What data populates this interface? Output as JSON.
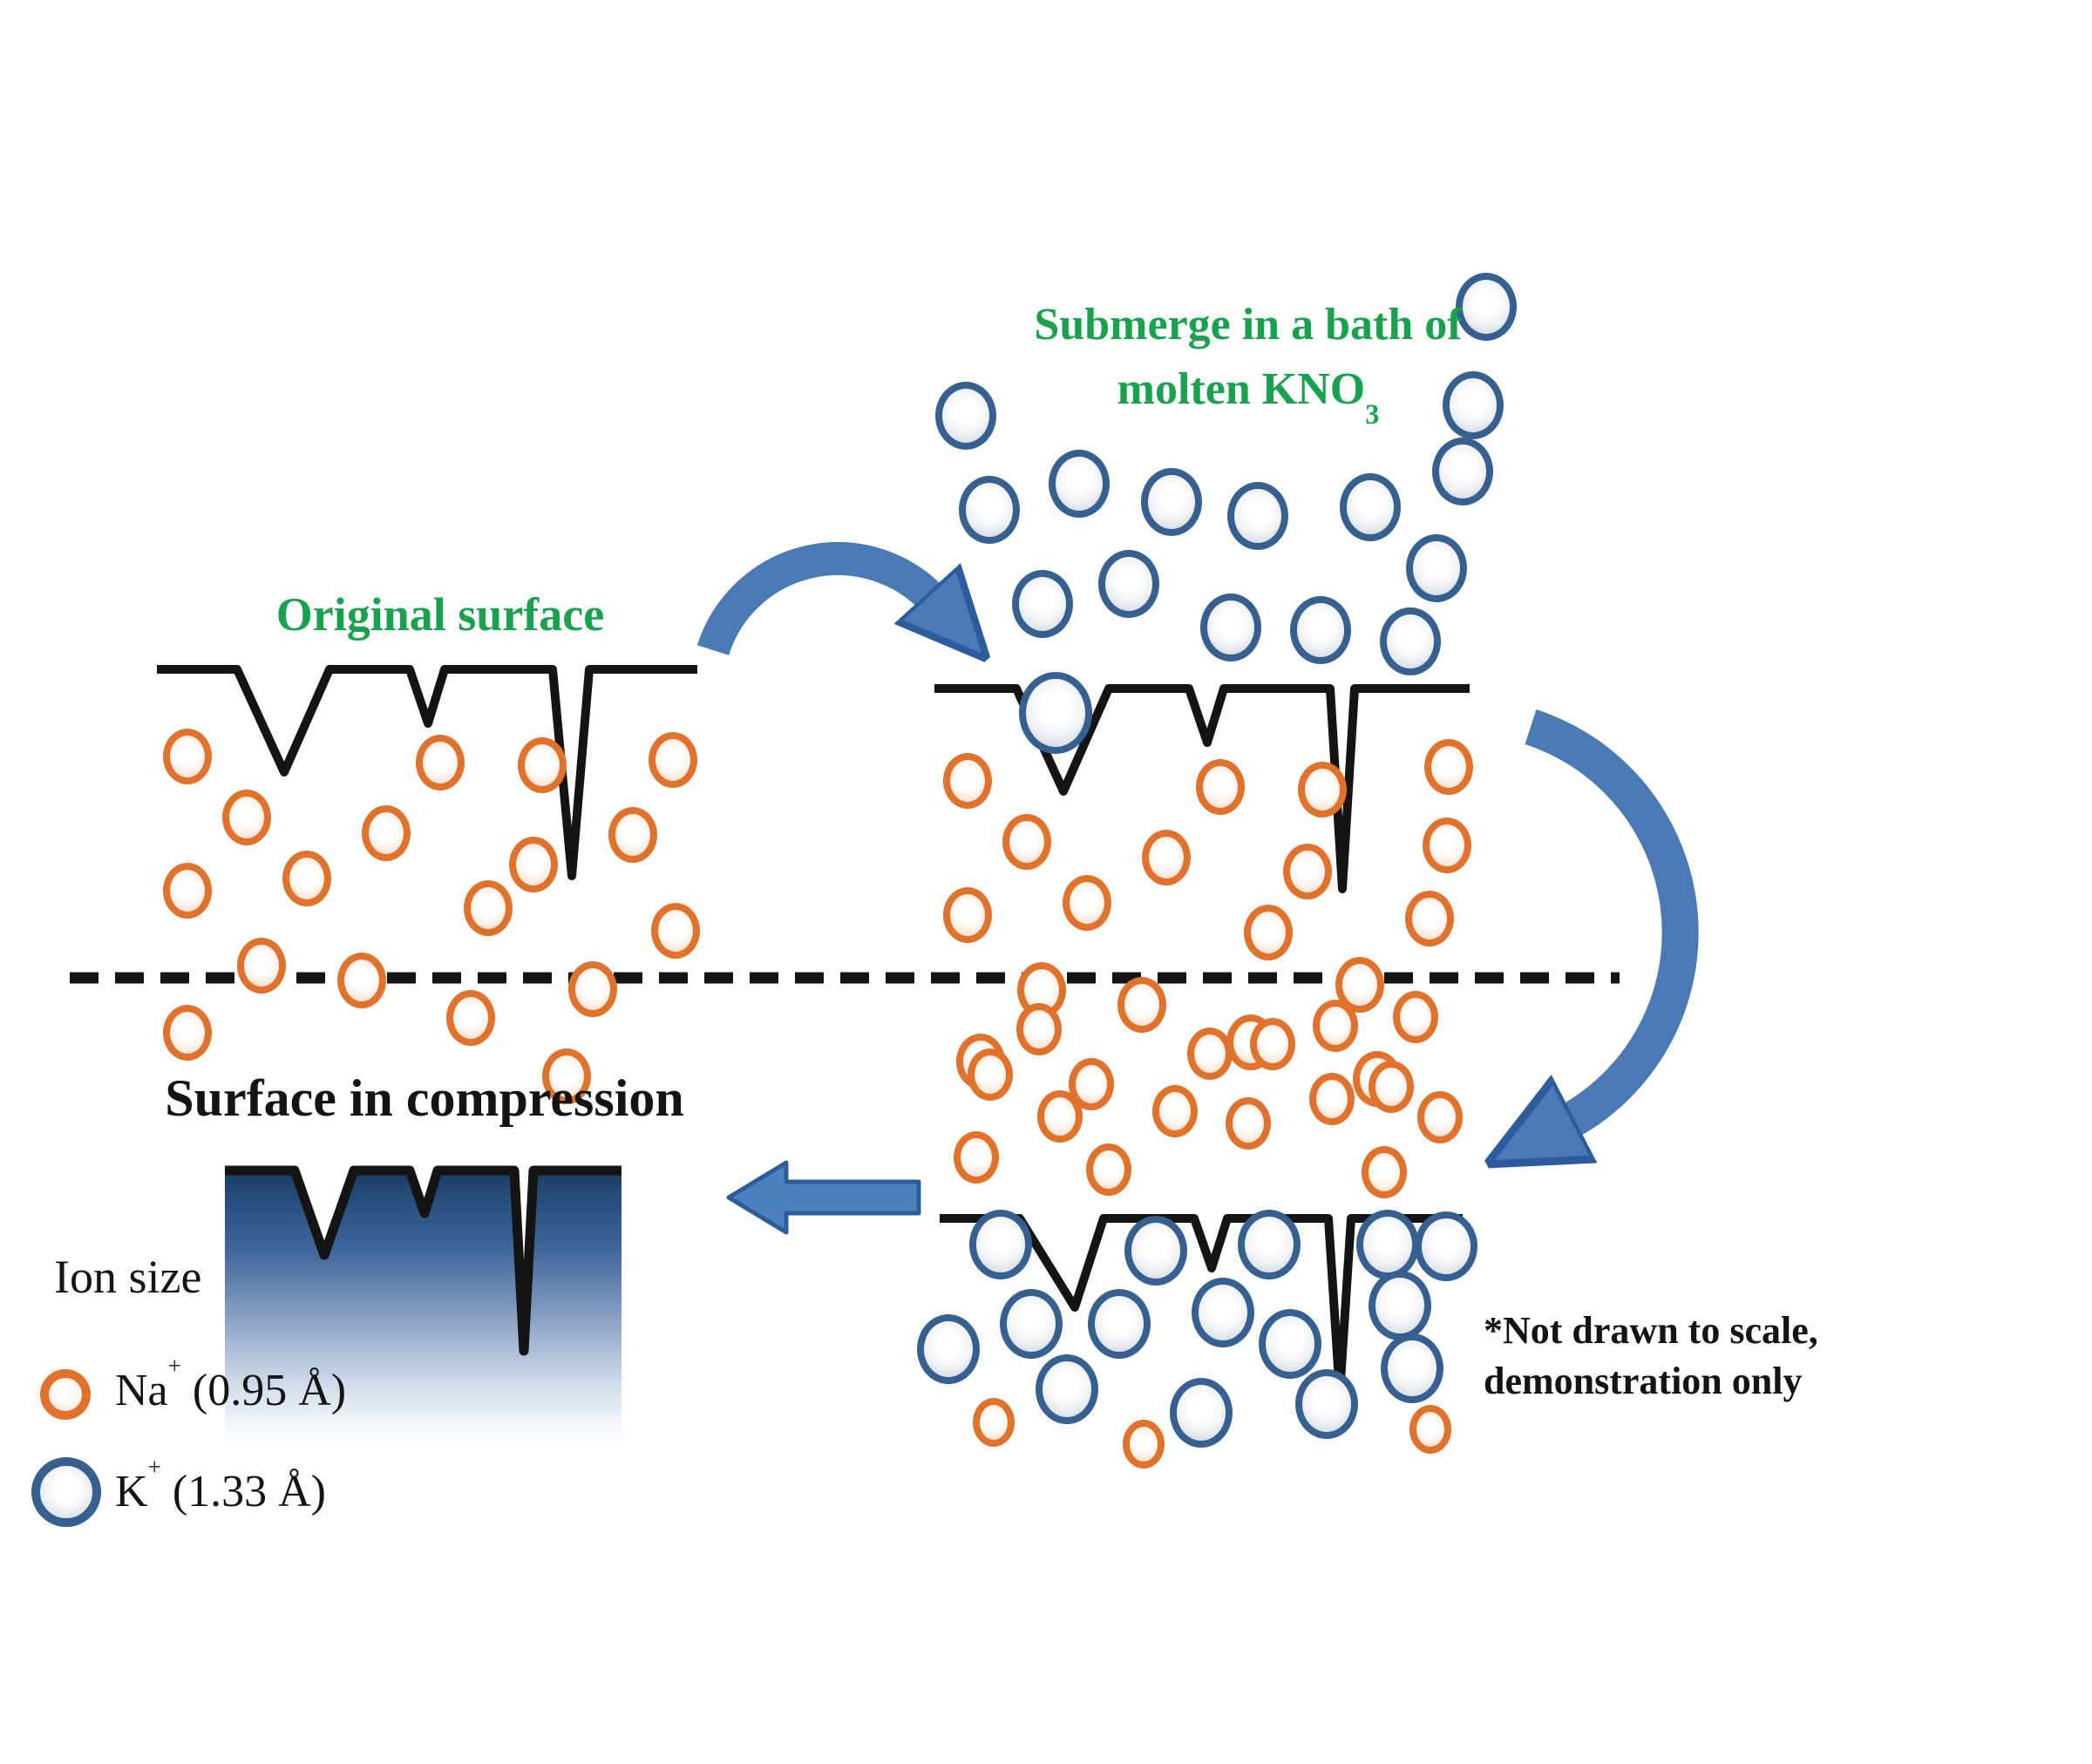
{
  "titles": {
    "original_surface": "Original surface",
    "submerge_line1": "Submerge in a bath of",
    "submerge_line2": "molten KNO",
    "submerge_sub": "3",
    "surface_compression": "Surface in compression",
    "ion_size": "Ion size"
  },
  "note": {
    "line1": "*Not drawn to scale,",
    "line2": "demonstration only"
  },
  "legend": [
    {
      "id": "na",
      "symbol": "Na",
      "charge": "+",
      "size_label": " (0.95 Å)"
    },
    {
      "id": "k",
      "symbol": "K",
      "charge": "+",
      "size_label": " (1.33 Å)"
    }
  ],
  "colors": {
    "title_green": "#18a24e",
    "na_orange": "#e0722c",
    "k_blue": "#35608f",
    "arrow_fill": "#4a7ab5",
    "arrow_border": "#2d5c9e",
    "line_black": "#141414",
    "compression_top": "#1c3d63"
  },
  "ions": {
    "groups": [
      {
        "name": "na-original-surface",
        "type": "na",
        "w": 56,
        "h": 64,
        "points": [
          [
            215,
            868
          ],
          [
            505,
            875
          ],
          [
            622,
            878
          ],
          [
            772,
            872
          ],
          [
            283,
            938
          ],
          [
            443,
            956
          ],
          [
            726,
            958
          ],
          [
            215,
            1022
          ],
          [
            352,
            1008
          ],
          [
            612,
            992
          ],
          [
            775,
            1068
          ],
          [
            300,
            1108
          ],
          [
            560,
            1042
          ],
          [
            680,
            1135
          ],
          [
            415,
            1125
          ],
          [
            540,
            1168
          ],
          [
            215,
            1185
          ],
          [
            650,
            1235
          ]
        ]
      },
      {
        "name": "na-below-bath-surface",
        "type": "na",
        "w": 56,
        "h": 64,
        "points": [
          [
            1110,
            896
          ],
          [
            1400,
            903
          ],
          [
            1517,
            906
          ],
          [
            1662,
            880
          ],
          [
            1178,
            966
          ],
          [
            1338,
            984
          ],
          [
            1660,
            970
          ],
          [
            1110,
            1050
          ],
          [
            1247,
            1036
          ],
          [
            1500,
            1000
          ],
          [
            1640,
            1054
          ],
          [
            1195,
            1136
          ],
          [
            1455,
            1070
          ],
          [
            1560,
            1130
          ],
          [
            1310,
            1153
          ],
          [
            1435,
            1196
          ],
          [
            1125,
            1218
          ],
          [
            1580,
            1238
          ]
        ]
      },
      {
        "name": "k-in-bath",
        "type": "k",
        "w": 70,
        "h": 78,
        "points": [
          [
            1108,
            477
          ],
          [
            1135,
            585
          ],
          [
            1238,
            555
          ],
          [
            1344,
            576
          ],
          [
            1443,
            592
          ],
          [
            1572,
            582
          ],
          [
            1705,
            352
          ],
          [
            1690,
            465
          ],
          [
            1678,
            541
          ],
          [
            1648,
            652
          ],
          [
            1196,
            693
          ],
          [
            1295,
            670
          ],
          [
            1412,
            720
          ],
          [
            1515,
            723
          ],
          [
            1618,
            736
          ]
        ]
      },
      {
        "name": "k-entering-notch",
        "type": "k",
        "w": 84,
        "h": 94,
        "points": [
          [
            1211,
            818
          ]
        ]
      },
      {
        "name": "na-released",
        "type": "na",
        "w": 52,
        "h": 60,
        "points": [
          [
            1192,
            1181
          ],
          [
            1136,
            1233
          ],
          [
            1252,
            1244
          ],
          [
            1216,
            1281
          ],
          [
            1120,
            1328
          ],
          [
            1272,
            1342
          ],
          [
            1388,
            1209
          ],
          [
            1348,
            1275
          ],
          [
            1432,
            1289
          ],
          [
            1460,
            1198
          ],
          [
            1532,
            1177
          ],
          [
            1528,
            1261
          ],
          [
            1588,
            1345
          ],
          [
            1624,
            1167
          ],
          [
            1596,
            1247
          ],
          [
            1652,
            1282
          ]
        ]
      },
      {
        "name": "k-exchanged",
        "type": "k",
        "w": 72,
        "h": 80,
        "points": [
          [
            1148,
            1428
          ],
          [
            1326,
            1435
          ],
          [
            1456,
            1428
          ],
          [
            1592,
            1428
          ],
          [
            1659,
            1430
          ],
          [
            1183,
            1519
          ],
          [
            1284,
            1519
          ],
          [
            1403,
            1506
          ],
          [
            1480,
            1542
          ],
          [
            1606,
            1498
          ],
          [
            1088,
            1548
          ],
          [
            1224,
            1594
          ],
          [
            1378,
            1621
          ],
          [
            1522,
            1611
          ],
          [
            1620,
            1570
          ]
        ]
      },
      {
        "name": "na-deep",
        "type": "na",
        "w": 48,
        "h": 56,
        "points": [
          [
            1140,
            1632
          ],
          [
            1312,
            1657
          ],
          [
            1641,
            1640
          ]
        ]
      }
    ]
  }
}
